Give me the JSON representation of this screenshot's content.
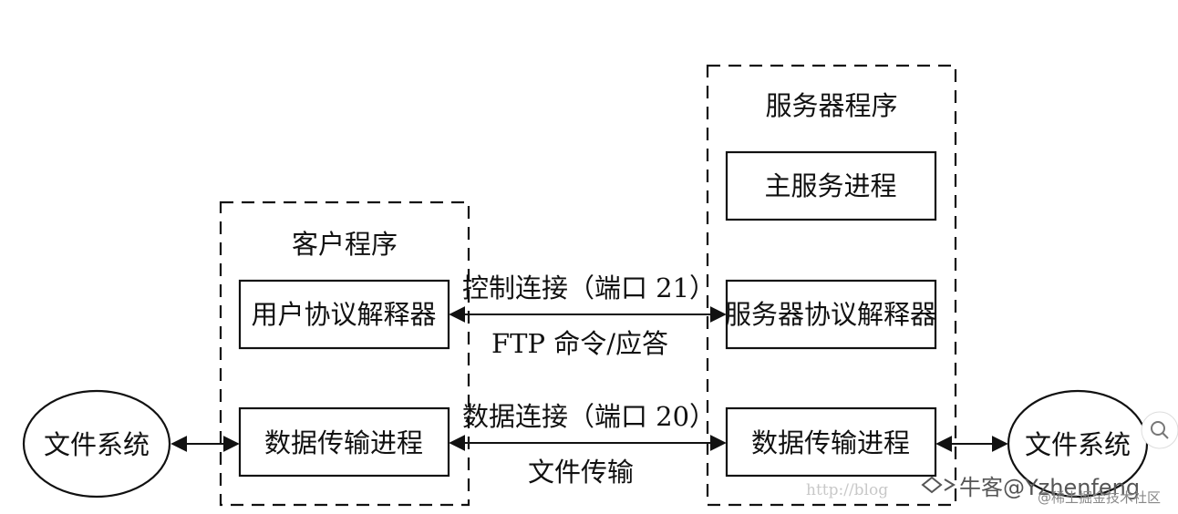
{
  "client_group": {
    "title": "客户程序"
  },
  "server_group": {
    "title": "服务器程序"
  },
  "server_main": {
    "label": "主服务进程"
  },
  "client_pi": {
    "label": "用户协议解释器"
  },
  "server_pi": {
    "label": "服务器协议解释器"
  },
  "client_dtp": {
    "label": "数据传输进程"
  },
  "server_dtp": {
    "label": "数据传输进程"
  },
  "left_fs": {
    "label": "文件系统"
  },
  "right_fs": {
    "label": "文件系统"
  },
  "control_connection": {
    "label_top": "控制连接（端口 21）",
    "label_bottom": "FTP 命令/应答"
  },
  "data_connection": {
    "label_top": "数据连接（端口 20）",
    "label_bottom": "文件传输"
  },
  "watermark": {
    "text": "牛客@Yzhenfeng",
    "url": "http://blog",
    "sub": "@稀土掘金技术社区"
  },
  "icons": {
    "zoom": "search-icon",
    "watermark_logo": "nowcoder-logo-icon"
  }
}
